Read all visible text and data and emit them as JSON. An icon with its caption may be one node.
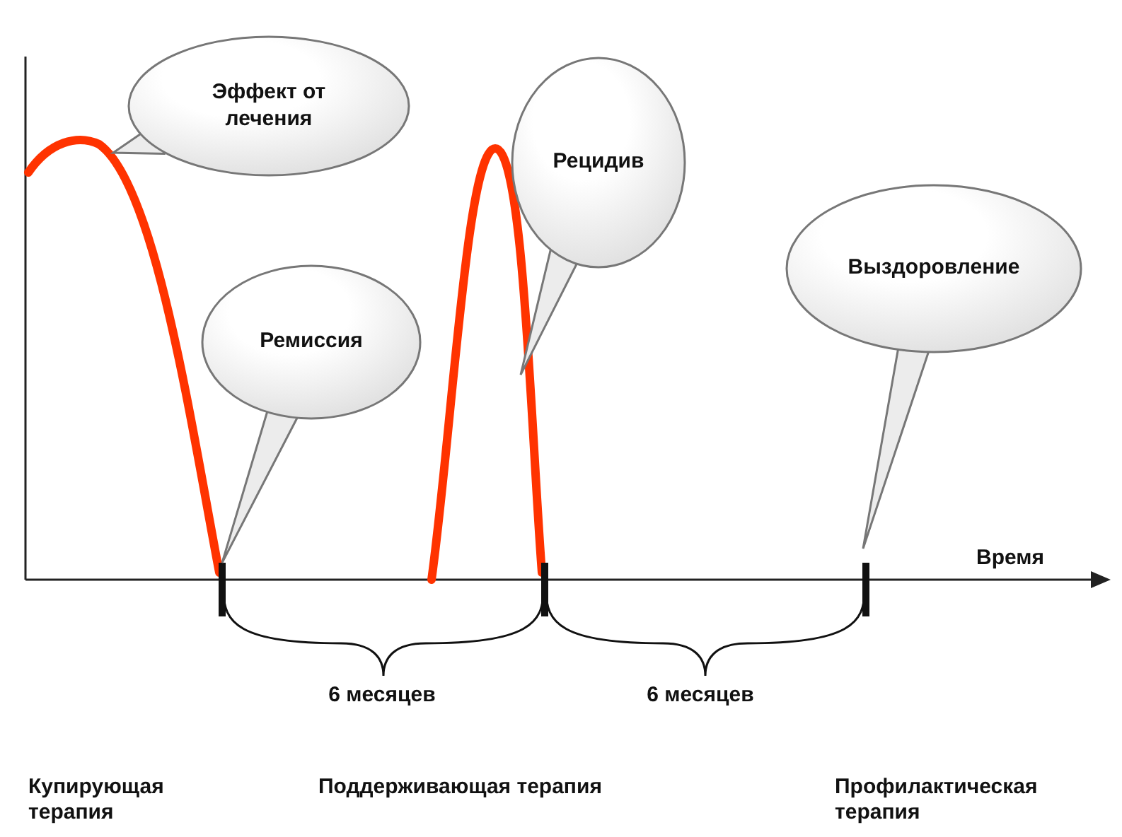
{
  "diagram": {
    "nodes": [
      {
        "text": [
          "Эффект от лечения"
        ]
      },
      {
        "text": [
          "Рецидив"
        ]
      },
      {
        "text": [
          "Ремиссия"
        ]
      },
      {
        "text": [
          "Выздоровление"
        ]
      }
    ],
    "labels": [
      "Время",
      "6 месяцев",
      "6 месяцев",
      "Купирующая терапия",
      "Поддерживающая терапия",
      "Профилактическая терапия"
    ]
  }
}
